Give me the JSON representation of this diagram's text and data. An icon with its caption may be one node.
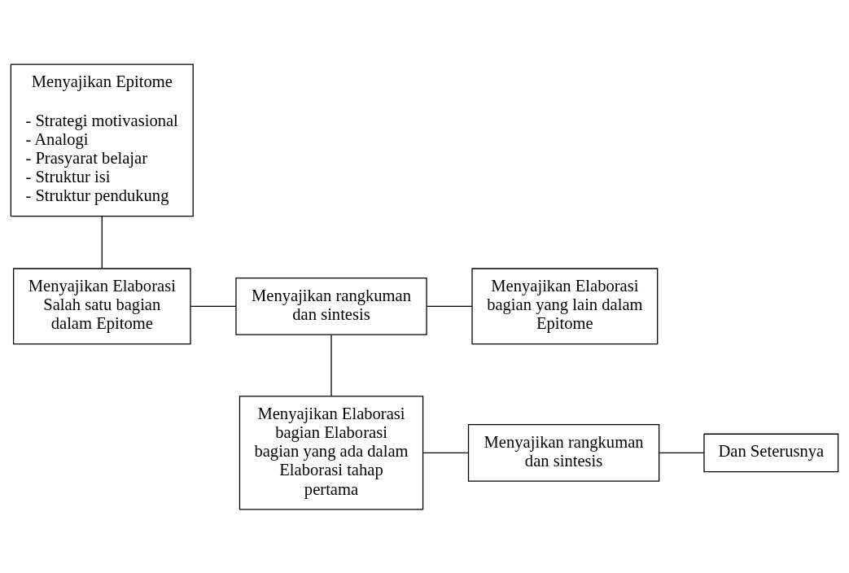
{
  "diagram": {
    "nodes": [
      {
        "text": [
          "Menyajikan Epitome",
          "- Strategi motivasional",
          "- Analogi",
          "- Prasyarat belajar",
          "- Struktur isi",
          "- Struktur pendukung"
        ]
      },
      {
        "text": [
          "Menyajikan Elaborasi Salah satu bagian dalam Epitome"
        ]
      },
      {
        "text": [
          "Menyajikan rangkuman dan sintesis"
        ]
      },
      {
        "text": [
          "Menyajikan Elaborasi bagian yang lain dalam Epitome"
        ]
      },
      {
        "text": [
          "Menyajikan Elaborasi bagian Elaborasi bagian yang ada dalam Elaborasi tahap pertama"
        ]
      },
      {
        "text": [
          "Menyajikan rangkuman dan sintesis"
        ]
      },
      {
        "text": [
          "Dan Seterusnya"
        ]
      }
    ],
    "edges": [
      {
        "from": 0,
        "to": 1,
        "arrow": "none"
      },
      {
        "from": 1,
        "to": 2,
        "arrow": "none"
      },
      {
        "from": 2,
        "to": 3,
        "arrow": "none"
      },
      {
        "from": 2,
        "to": 4,
        "arrow": "none"
      },
      {
        "from": 4,
        "to": 5,
        "arrow": "none"
      },
      {
        "from": 5,
        "to": 6,
        "arrow": "none"
      }
    ]
  }
}
